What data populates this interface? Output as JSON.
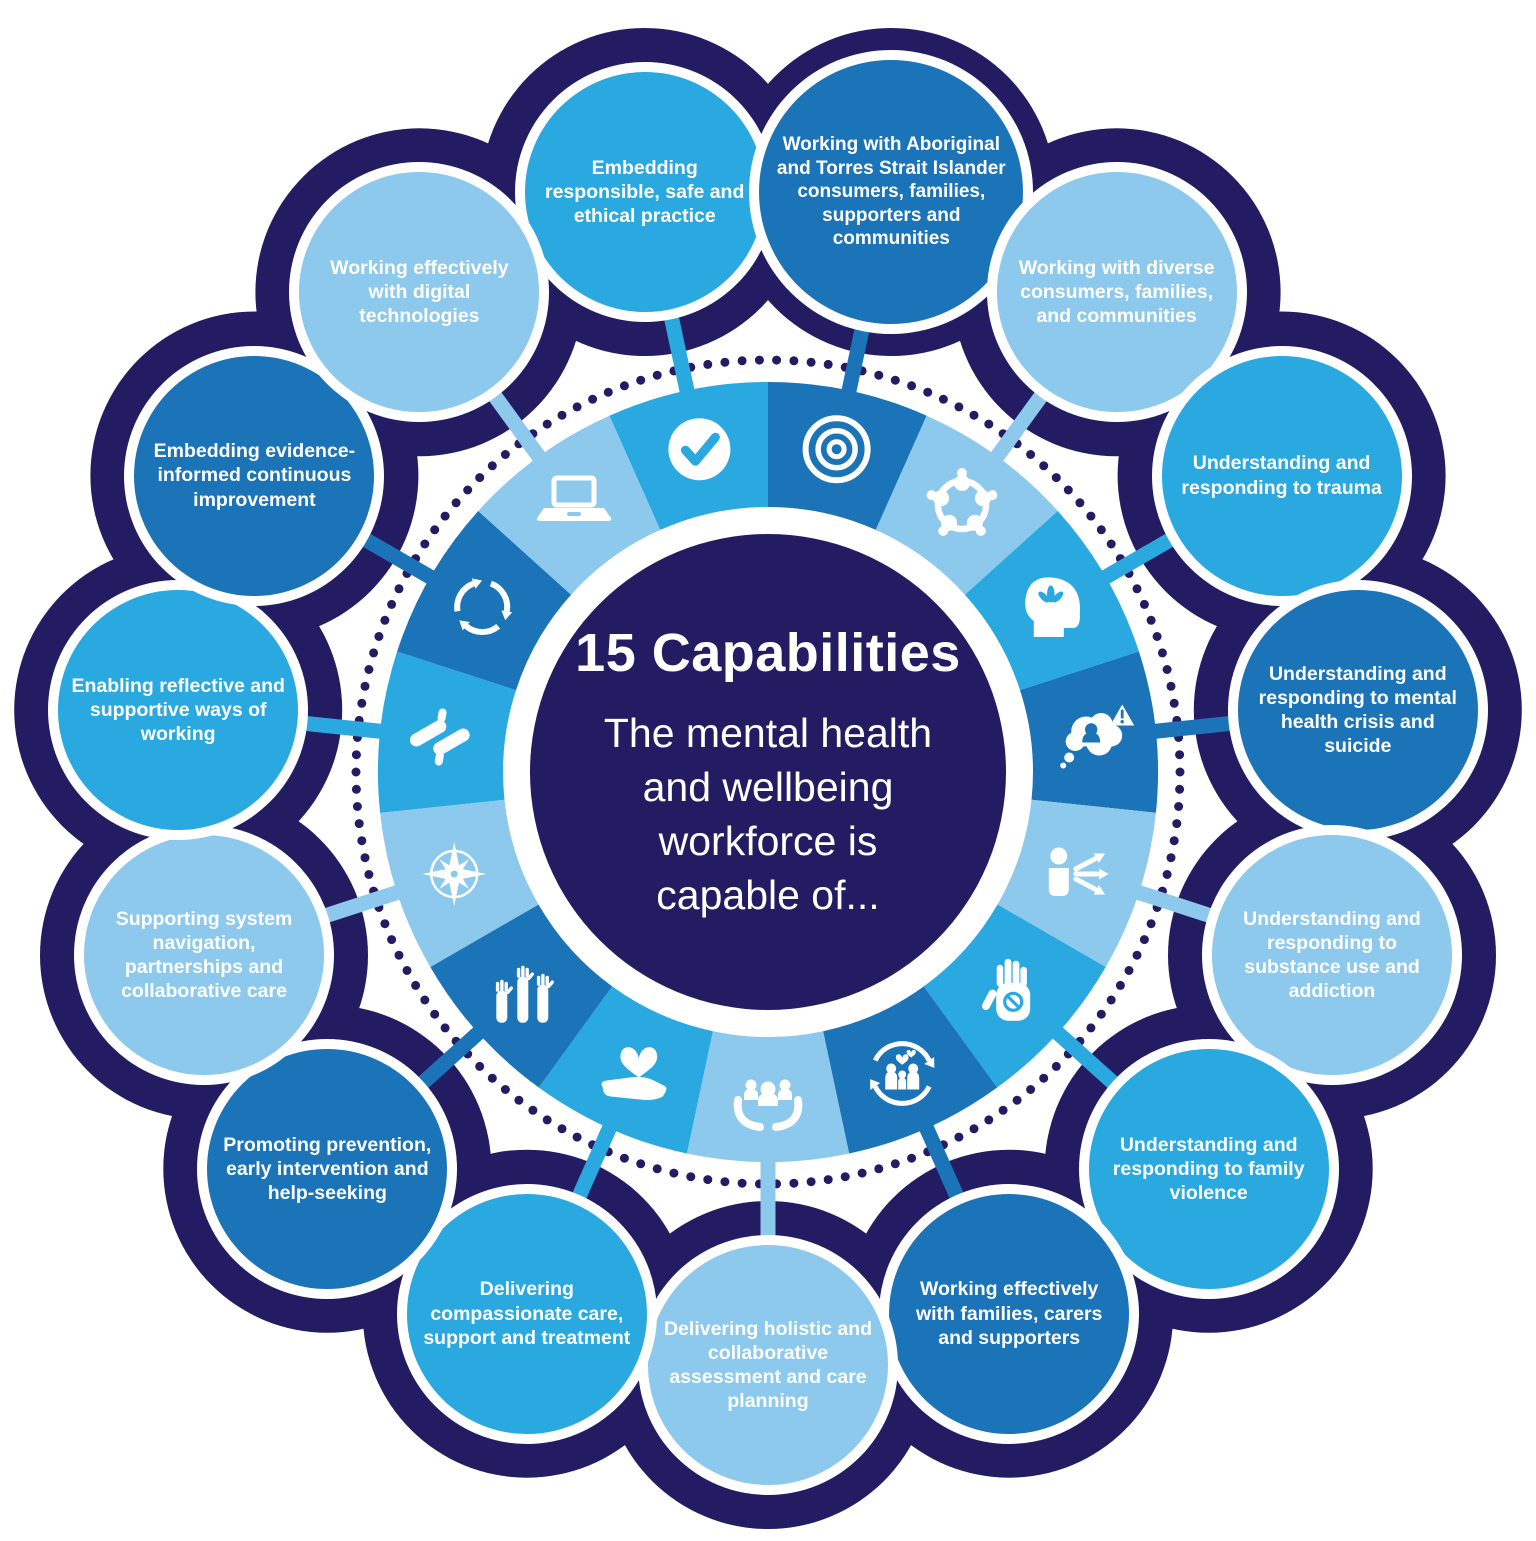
{
  "center": {
    "title": "15 Capabilities",
    "subtitle": "The mental health and wellbeing workforce is capable of..."
  },
  "palette": {
    "navy": "#241C63",
    "medium": "#29A9E0",
    "dark": "#1B74B8",
    "light": "#8CC9EC",
    "white": "#FFFFFF"
  },
  "capabilities": [
    {
      "slug": "ethical-practice",
      "label": "Embedding responsible, safe and ethical practice",
      "tone": "medium",
      "icon": "check-circle"
    },
    {
      "slug": "aboriginal-torres-strait-islander",
      "label": "Working with Aboriginal and Torres Strait Islander consumers, families, supporters and communities",
      "tone": "dark",
      "icon": "target"
    },
    {
      "slug": "diverse-communities",
      "label": "Working with diverse consumers, families, and communities",
      "tone": "light",
      "icon": "people-circle"
    },
    {
      "slug": "trauma",
      "label": "Understanding and responding to trauma",
      "tone": "medium",
      "icon": "head-leaf"
    },
    {
      "slug": "mental-health-crisis-suicide",
      "label": "Understanding and responding to mental health crisis and suicide",
      "tone": "dark",
      "icon": "thought-crisis"
    },
    {
      "slug": "substance-use-addiction",
      "label": "Understanding and responding to substance use and addiction",
      "tone": "light",
      "icon": "person-arrows"
    },
    {
      "slug": "family-violence",
      "label": "Understanding and responding to family violence",
      "tone": "medium",
      "icon": "hand-stop"
    },
    {
      "slug": "families-carers-supporters",
      "label": "Working effectively with families, carers and supporters",
      "tone": "dark",
      "icon": "family-cycle"
    },
    {
      "slug": "holistic-assessment",
      "label": "Delivering holistic and collaborative assessment and care planning",
      "tone": "light",
      "icon": "hands-people"
    },
    {
      "slug": "compassionate-care",
      "label": "Delivering compassionate care, support and treatment",
      "tone": "medium",
      "icon": "hand-heart"
    },
    {
      "slug": "prevention-early-intervention",
      "label": "Promoting prevention, early intervention and help-seeking",
      "tone": "dark",
      "icon": "raised-hands"
    },
    {
      "slug": "system-navigation",
      "label": "Supporting system navigation, partnerships and collaborative care",
      "tone": "light",
      "icon": "compass"
    },
    {
      "slug": "reflective-ways-working",
      "label": "Enabling reflective and supportive ways of working",
      "tone": "medium",
      "icon": "helping-hands"
    },
    {
      "slug": "continuous-improvement",
      "label": "Embedding evidence-informed continuous improvement",
      "tone": "dark",
      "icon": "recycle"
    },
    {
      "slug": "digital-technologies",
      "label": "Working effectively with digital technologies",
      "tone": "light",
      "icon": "laptop"
    }
  ]
}
